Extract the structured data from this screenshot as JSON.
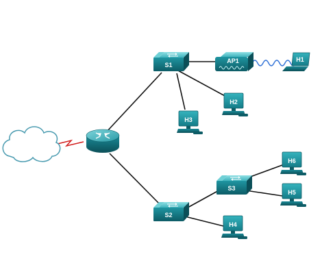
{
  "colors": {
    "device_teal": "#1a8a97",
    "device_teal_light": "#5fc8cf",
    "device_teal_dark": "#0d5c66",
    "link_black": "#111111",
    "serial_red": "#d21e1e",
    "wireless_blue": "#2d6fd6",
    "cloud_outline": "#4a9bb0"
  },
  "devices": {
    "switches": [
      {
        "id": "S1",
        "label": "S1"
      },
      {
        "id": "S2",
        "label": "S2"
      },
      {
        "id": "S3",
        "label": "S3"
      }
    ],
    "access_point": {
      "id": "AP1",
      "label": "AP1"
    },
    "hosts": [
      {
        "id": "H1",
        "label": "H1"
      },
      {
        "id": "H2",
        "label": "H2"
      },
      {
        "id": "H3",
        "label": "H3"
      },
      {
        "id": "H4",
        "label": "H4"
      },
      {
        "id": "H5",
        "label": "H5"
      },
      {
        "id": "H6",
        "label": "H6"
      }
    ],
    "router": {
      "icon": "router-icon"
    },
    "cloud": {
      "icon": "cloud-icon"
    }
  },
  "links": [
    {
      "from": "cloud",
      "to": "router",
      "type": "serial"
    },
    {
      "from": "router",
      "to": "S1",
      "type": "ethernet"
    },
    {
      "from": "router",
      "to": "S2",
      "type": "ethernet"
    },
    {
      "from": "S1",
      "to": "AP1",
      "type": "ethernet"
    },
    {
      "from": "AP1",
      "to": "H1",
      "type": "wireless"
    },
    {
      "from": "S1",
      "to": "H2",
      "type": "ethernet"
    },
    {
      "from": "S1",
      "to": "H3",
      "type": "ethernet"
    },
    {
      "from": "S2",
      "to": "S3",
      "type": "ethernet"
    },
    {
      "from": "S2",
      "to": "H4",
      "type": "ethernet"
    },
    {
      "from": "S3",
      "to": "H6",
      "type": "ethernet"
    },
    {
      "from": "S3",
      "to": "H5",
      "type": "ethernet"
    }
  ]
}
